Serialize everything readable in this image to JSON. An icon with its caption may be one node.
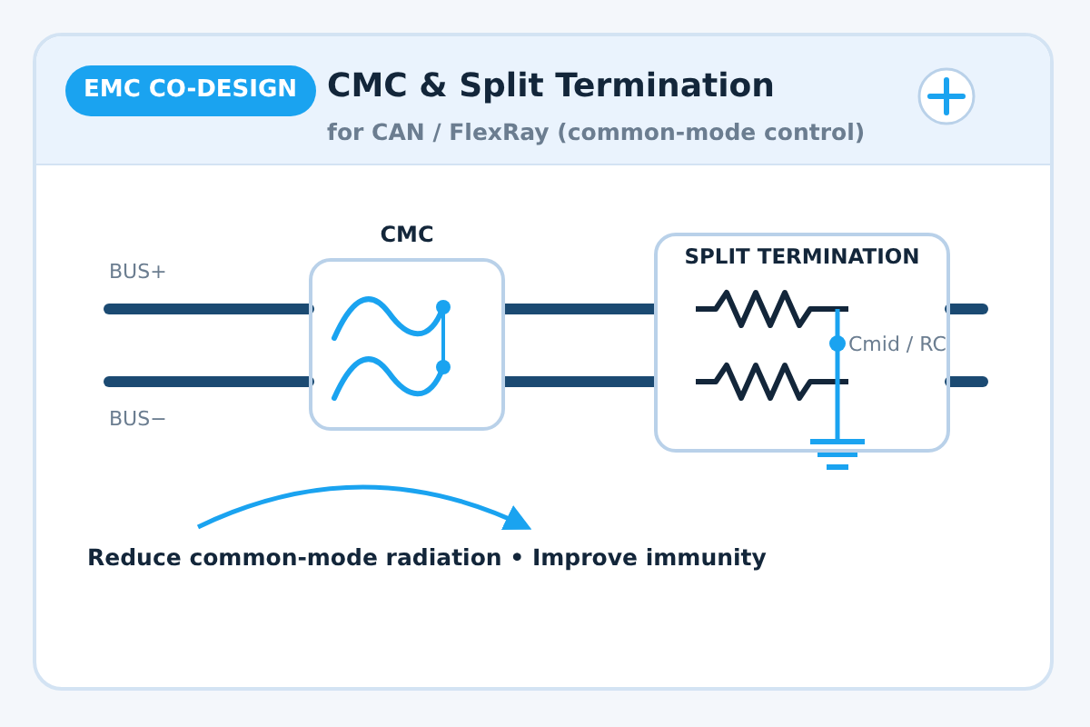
{
  "diagram": {
    "title": "CMC & Split Termination",
    "caption": "Reduce common-mode radiation • Improve immunity",
    "nodes": [
      {
        "text": [
          "CMC"
        ]
      },
      {
        "text": [
          "SPLIT TERMINATION"
        ]
      }
    ],
    "edges": [
      {
        "from": null,
        "to": 0,
        "arrow": "none"
      },
      {
        "from": null,
        "to": 0,
        "arrow": "none"
      },
      {
        "from": 0,
        "to": 1,
        "arrow": "none"
      },
      {
        "from": 0,
        "to": 1,
        "arrow": "none"
      },
      {
        "from": 1,
        "to": null,
        "arrow": "none"
      },
      {
        "from": 1,
        "to": null,
        "arrow": "none"
      }
    ],
    "labels": [
      "EMC CO-DESIGN",
      "for CAN / FlexRay (common-mode control)",
      "BUS+",
      "BUS−",
      "Cmid / RC"
    ]
  }
}
